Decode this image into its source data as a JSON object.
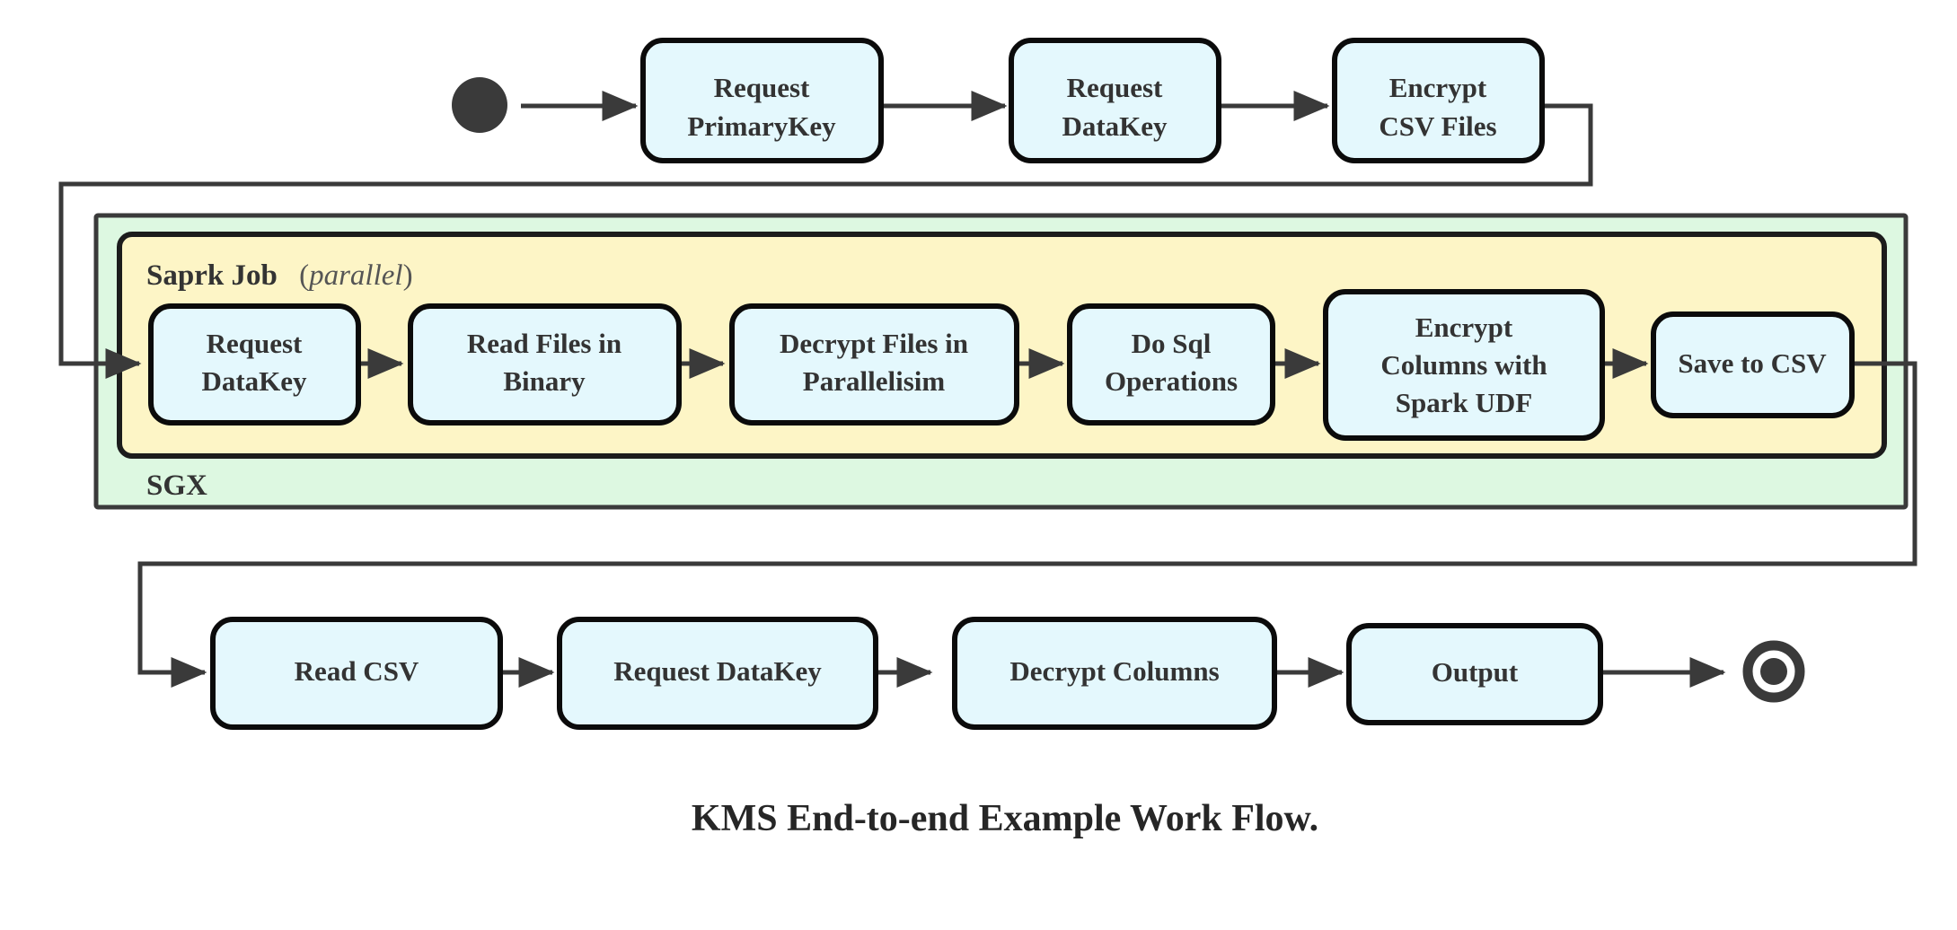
{
  "diagram": {
    "caption": "KMS End-to-end Example Work Flow.",
    "colors": {
      "node_fill": "#e4f8fd",
      "node_stroke": "#0b0b0b",
      "sgx_fill": "#ddf8e1",
      "spark_fill": "#fdf5c6",
      "edge": "#3a3a3a",
      "text": "#333333"
    },
    "start_node": "filled-circle",
    "end_node": "bullseye-circle",
    "containers": {
      "sgx": {
        "label": "SGX"
      },
      "spark": {
        "label_bold": "Saprk Job",
        "label_paren_open": "(",
        "label_italic": "parallel",
        "label_paren_close": ")"
      }
    },
    "rows": {
      "top": [
        {
          "id": "request-primarykey",
          "line1": "Request",
          "line2": "PrimaryKey"
        },
        {
          "id": "request-datakey-top",
          "line1": "Request",
          "line2": "DataKey"
        },
        {
          "id": "encrypt-csv-files",
          "line1": "Encrypt",
          "line2": "CSV Files"
        }
      ],
      "spark": [
        {
          "id": "request-datakey-spark",
          "line1": "Request",
          "line2": "DataKey"
        },
        {
          "id": "read-files-in-binary",
          "line1": "Read Files in",
          "line2": "Binary"
        },
        {
          "id": "decrypt-files-in-parallelisim",
          "line1": "Decrypt Files in",
          "line2": "Parallelisim"
        },
        {
          "id": "do-sql-operations",
          "line1": "Do Sql",
          "line2": "Operations"
        },
        {
          "id": "encrypt-columns-with-spark-udf",
          "line1": "Encrypt",
          "line2": "Columns with",
          "line3": "Spark UDF"
        },
        {
          "id": "save-to-csv",
          "line1": "Save to CSV"
        }
      ],
      "bottom": [
        {
          "id": "read-csv",
          "line1": "Read CSV"
        },
        {
          "id": "request-datakey-bottom",
          "line1": "Request DataKey"
        },
        {
          "id": "decrypt-columns",
          "line1": "Decrypt Columns"
        },
        {
          "id": "output",
          "line1": "Output"
        }
      ]
    }
  }
}
